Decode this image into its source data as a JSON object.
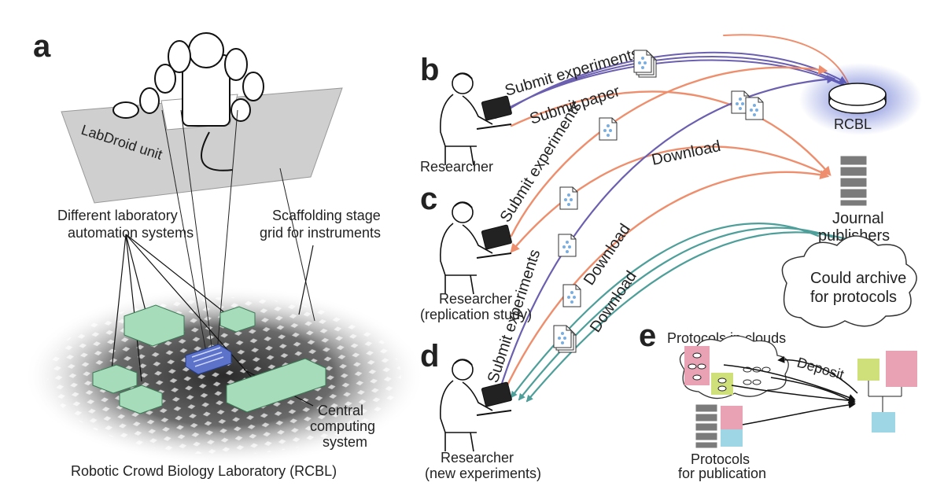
{
  "panels": {
    "a": "a",
    "b": "b",
    "c": "c",
    "d": "d",
    "e": "e"
  },
  "panel_a": {
    "labdroid": "LabDroid unit",
    "different_line1": "Different laboratory",
    "different_line2": "automation systems",
    "scaffold_line1": "Scaffolding stage",
    "scaffold_line2": "grid for instruments",
    "central_line1": "Central",
    "central_line2": "computing",
    "central_line3": "system",
    "caption": "Robotic Crowd Biology Laboratory (RCBL)"
  },
  "panel_b": {
    "researcher": "Researcher",
    "submit_experiments": "Submit experiments",
    "submit_paper": "Submit paper",
    "rcbl": "RCBL"
  },
  "panel_c": {
    "researcher_line1": "Researcher",
    "researcher_line2": "(replication study)",
    "submit_experiments": "Submit experiments",
    "download": "Download"
  },
  "panel_d": {
    "researcher_line1": "Researcher",
    "researcher_line2": "(new experiments)",
    "submit_experiments": "Submit experiments",
    "download_1": "Download",
    "download_2": "Download"
  },
  "right_side": {
    "journal_line1": "Journal",
    "journal_line2": "publishers",
    "cloud_line1": "Could archive",
    "cloud_line2": "for protocols"
  },
  "panel_e": {
    "protocols_in_clouds": "Protocols in clouds",
    "deposit": "Deposit",
    "publication_line1": "Protocols",
    "publication_line2": "for publication"
  },
  "colors": {
    "purple": "#6b5fb0",
    "salmon": "#ee8e6c",
    "teal": "#4e9f9a",
    "green_box": "#a6dcb9",
    "blue_box": "#5d72c9",
    "doc_icon": "#7aaee0",
    "rcbl_glow": "#3f52c8",
    "pink": "#e8a2b4",
    "lime": "#cfe07a",
    "cyan": "#9fd6e6"
  }
}
